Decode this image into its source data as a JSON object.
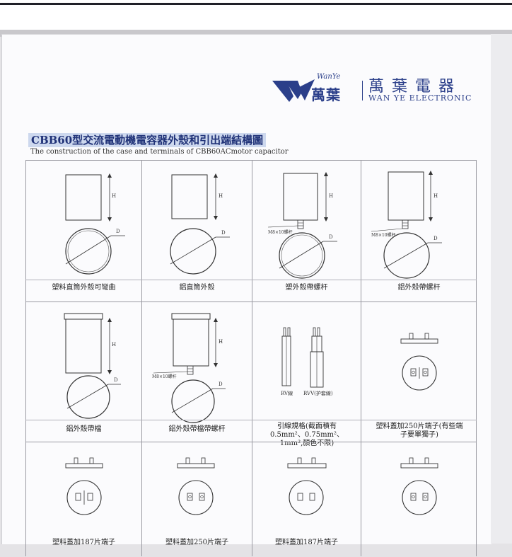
{
  "brand": {
    "latin": "WanYe",
    "cn_small": "萬葉",
    "cn_big": "萬葉電器",
    "en": "WAN YE ELECTRONIC"
  },
  "title": {
    "cn": "CBB60型交流電動機電容器外殼和引出端結構圖",
    "en": "The construction of the case and terminals of CBB60ACmotor capacitor"
  },
  "labels": {
    "H": "H",
    "D": "D",
    "stud": "M8×10螺杆",
    "wire1": "RV線",
    "wire2": "RVV(护套線)"
  },
  "cells": [
    {
      "caption": "塑料直筒外殼可彎曲"
    },
    {
      "caption": "鋁直筒外殼"
    },
    {
      "caption": "塑外殼帶螺杆"
    },
    {
      "caption": "鋁外殼帶螺杆"
    },
    {
      "caption": "鋁外殼帶檔"
    },
    {
      "caption": "鋁外殼帶檔帶螺杆"
    },
    {
      "caption": "引線規格(截面積有0.5mm²、0.75mm²、1mm²,顏色不限)"
    },
    {
      "caption": "塑料蓋加250片端子(有些端子要單獨子)"
    },
    {
      "caption": "塑料蓋加187片端子"
    },
    {
      "caption": "塑料蓋加250片端子"
    },
    {
      "caption": "塑料蓋加187片端子"
    },
    {
      "caption": ""
    }
  ]
}
